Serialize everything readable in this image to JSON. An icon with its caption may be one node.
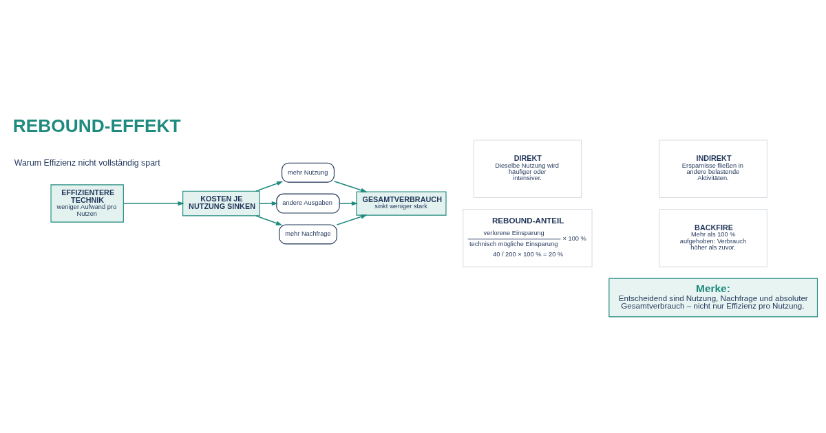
{
  "diagram": {
    "title": "REBOUND-EFFEKT",
    "nodes": [
      {
        "text": [
          "EFFIZIENTERE TECHNIK",
          "weniger Aufwand pro Nutzen"
        ]
      },
      {
        "text": [
          "KOSTEN JE NUTZUNG SINKEN"
        ]
      },
      {
        "text": [
          "mehr Nutzung"
        ]
      },
      {
        "text": [
          "andere Ausgaben"
        ]
      },
      {
        "text": [
          "mehr Nachfrage"
        ]
      },
      {
        "text": [
          "GESAMTVERBRAUCH",
          "sinkt weniger stark"
        ]
      },
      {
        "text": [
          "DIREKT",
          "Dieselbe Nutzung wird häufiger oder intensiver."
        ]
      },
      {
        "text": [
          "INDIREKT",
          "Ersparnisse fließen in andere belastende Aktivitäten."
        ]
      },
      {
        "text": [
          "REBOUND-ANTEIL",
          "verlorene Einsparung",
          "technisch mögliche Einsparung",
          "× 100 %",
          "40 / 200 × 100 % = 20 %"
        ]
      },
      {
        "text": [
          "BACKFIRE",
          "Mehr als 100 % aufgehoben: Verbrauch höher als zuvor."
        ]
      },
      {
        "text": [
          "Merke:",
          "Entscheidend sind Nutzung, Nachfrage und absoluter Gesamtverbrauch – nicht nur Effizienz pro Nutzung."
        ]
      }
    ],
    "edges": [
      {
        "from": 0,
        "to": 1,
        "arrow": "to"
      },
      {
        "from": 1,
        "to": 2,
        "arrow": "to"
      },
      {
        "from": 1,
        "to": 3,
        "arrow": "to"
      },
      {
        "from": 1,
        "to": 4,
        "arrow": "to"
      },
      {
        "from": 2,
        "to": 5,
        "arrow": "to"
      },
      {
        "from": 3,
        "to": 5,
        "arrow": "to"
      },
      {
        "from": 4,
        "to": 5,
        "arrow": "to"
      }
    ],
    "labels": [
      "Warum Effizienz nicht vollständig spart"
    ]
  }
}
